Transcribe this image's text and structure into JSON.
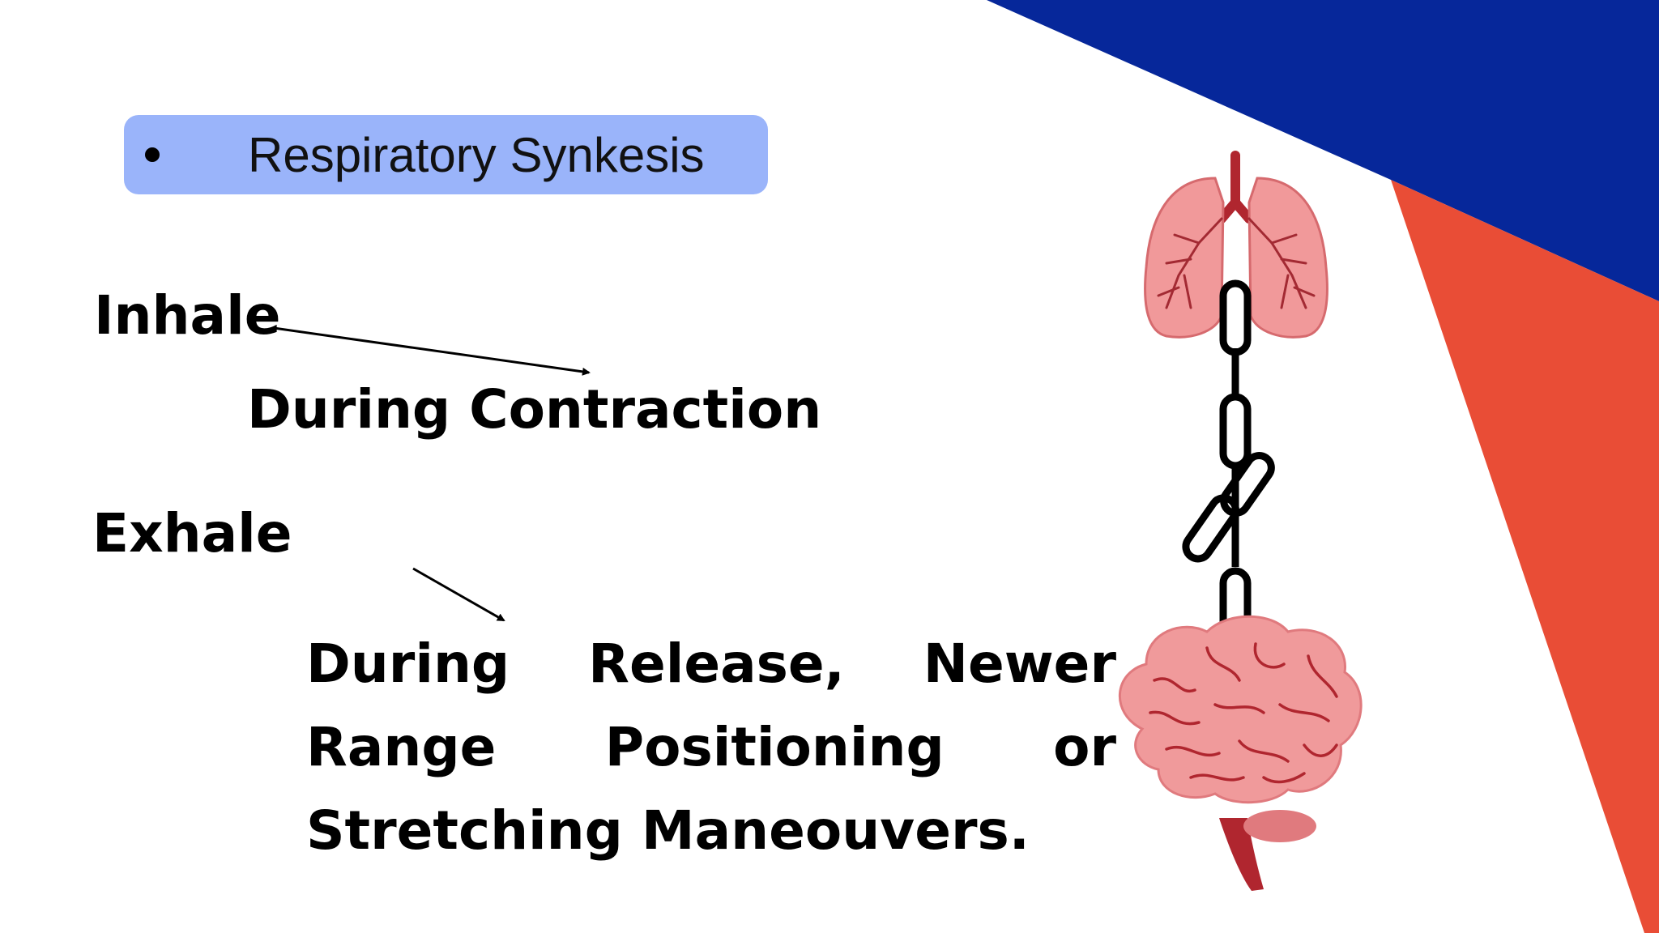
{
  "slide": {
    "section_pill": {
      "label": "Respiratory Synkesis",
      "background": "#9AB4FA"
    },
    "inhale_label": "Inhale",
    "inhale_result": "During Contraction",
    "exhale_label": "Exhale",
    "exhale_result": "During Release, Newer Range Positioning or Stretching Maneouvers.",
    "colors": {
      "navy_shape": "#06279A",
      "orange_shape": "#E94D36",
      "lung_fill": "#F1999A",
      "brain_fill": "#F09A9B",
      "vessel": "#B0262F",
      "chain": "#000000"
    },
    "icons": [
      "lungs-icon",
      "chain-icon",
      "brain-icon",
      "arrow-right-down-icon"
    ]
  }
}
